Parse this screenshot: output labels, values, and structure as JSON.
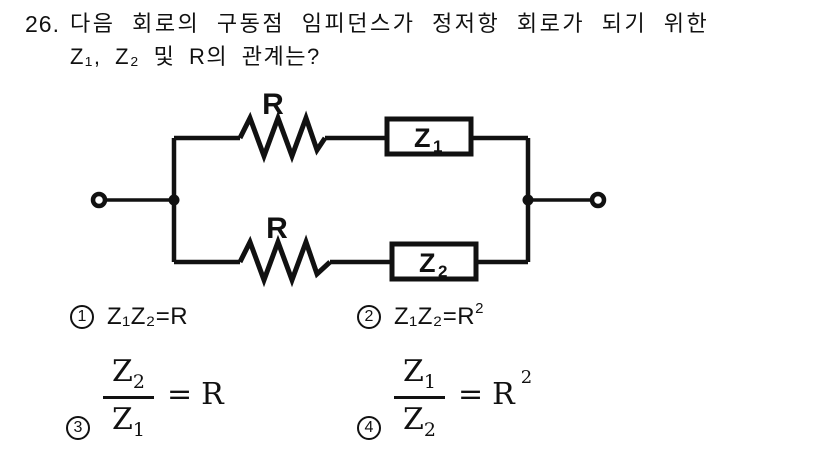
{
  "question": {
    "number": "26.",
    "line1": "다음 회로의 구동점 임피던스가 정저항 회로가 되기 위한",
    "line2": "Z₁, Z₂ 및 R의 관계는?"
  },
  "circuit": {
    "resistor_top_label": "R",
    "resistor_bottom_label": "R",
    "z1": {
      "base": "Z",
      "sub": "1"
    },
    "z2": {
      "base": "Z",
      "sub": "2"
    }
  },
  "choices": {
    "c1": {
      "marker": "1",
      "formula": "Z₁Z₂=R",
      "sup": ""
    },
    "c2": {
      "marker": "2",
      "formula": "Z₁Z₂=R",
      "sup": "2"
    },
    "c3": {
      "marker": "3",
      "num_base": "Z",
      "num_sub": "2",
      "den_base": "Z",
      "den_sub": "1",
      "equals": "=",
      "rhs": "R",
      "rhs_sup": ""
    },
    "c4": {
      "marker": "4",
      "num_base": "Z",
      "num_sub": "1",
      "den_base": "Z",
      "den_sub": "2",
      "equals": "=",
      "rhs": "R",
      "rhs_sup": "2"
    }
  },
  "colors": {
    "ink": "#111111",
    "background": "#ffffff"
  }
}
